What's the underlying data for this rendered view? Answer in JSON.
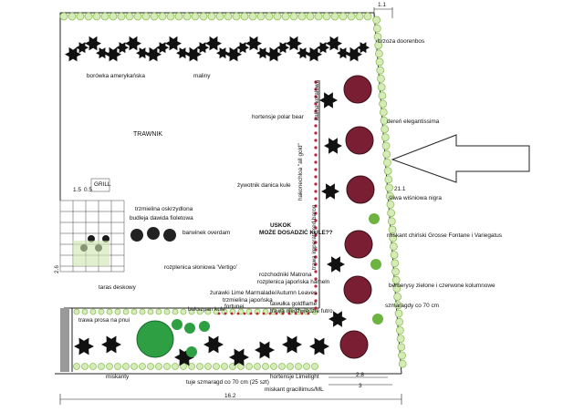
{
  "labels": {
    "brzoza": "brzoza doorenbos",
    "borowka": "borówka amerykańska",
    "maliny": "maliny",
    "trawnik": "TRAWNIK",
    "hortensje_polar": "hortensje polar bear",
    "dereń": "dereń elegantissima",
    "kalina_koralowa": "kalina koralowa",
    "hakonechloa": "hakonechloa \"all gold\"",
    "zywotnik": "żywotnik danica kule",
    "sliwa": "śliwa wiśniowa nigra",
    "trzmielina_oskrzydlona": "trzmielina oskrzydlona",
    "budleja": "budleja dawida fioletowa",
    "barwinek": "barwinek overdam",
    "usk": "USKOK",
    "moze": "MOŻE DOSADZIĆ KULE??",
    "miskant": "miskant chiński Grosse Fontane i Variegatus",
    "trawa_imperata": "trawa imperata red baron",
    "rozplenica_sloniowa": "rozplenica słoniowa 'Vertigo'",
    "rozchodniki": "rozchodniki Matrona",
    "rozplenica_jap": "rozplenica japońska hameln",
    "berberysy": "berberysy zielone i czerwone kolumnowe",
    "tarasowa": "taras deskowy",
    "turawki": "żurawki  Lime Marmalade/Autumn Leaves",
    "trzmielina_jap": "trzmielina japońska",
    "fortunei": "fortunei",
    "bukszpan": "bukszpan kule",
    "tawulec": "tawułka goldflame",
    "trawa_niedzwiedzie": "trawa niedźwiedzie futro",
    "szmaragdy70": "szmaragdy co 70 cm",
    "miskanty": "miskanty",
    "tuje": "tuje szmaragd co 70 cm (25 szt)",
    "hortensje_lime": "hortensje Limelight",
    "miskant_gracil": "miskant gracillimus/ML",
    "grill": "GRILL",
    "trawa_prosa": "trawa prosa na pnui"
  },
  "dimensions": {
    "top": "1.1",
    "side": "21.1",
    "bottom_a": "2.8",
    "bottom_b": "3",
    "total": "16.2",
    "small1": "1.5",
    "small2": "0.5",
    "left_vert": "2.6"
  },
  "colors": {
    "line": "#222222",
    "hedge": "#8fbf5a",
    "hedge_light": "#d6ecb8",
    "dark_tree": "#111111",
    "maroon": "#7a1f33",
    "green": "#2ea043",
    "red_mark": "#c0203a"
  }
}
